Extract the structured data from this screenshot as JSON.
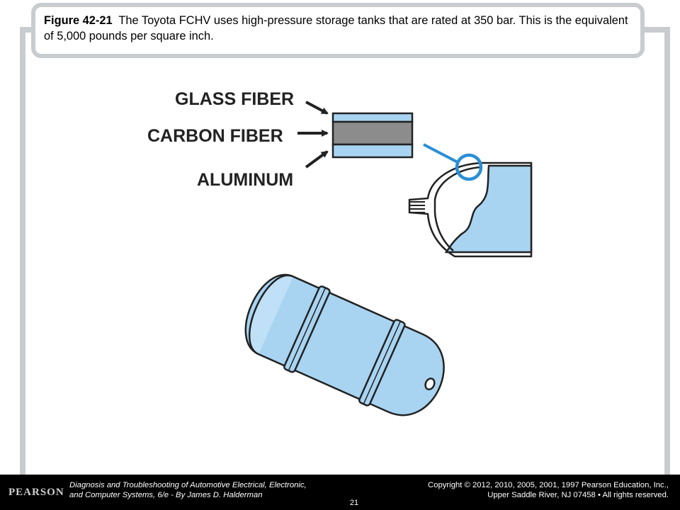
{
  "caption": {
    "figure_label": "Figure 42-21",
    "text": "The Toyota FCHV uses high-pressure storage tanks that are rated at 350 bar. This is the equivalent of 5,000 pounds per square inch."
  },
  "diagram": {
    "labels": {
      "glass_fiber": "GLASS FIBER",
      "carbon_fiber": "CARBON FIBER",
      "aluminum": "ALUMINUM"
    },
    "colors": {
      "tank_blue": "#a8d4f2",
      "highlight_blue": "#2a8fd6",
      "carbon_gray": "#8c8c8c"
    }
  },
  "footer": {
    "logo": "PEARSON",
    "book_line1": "Diagnosis and Troubleshooting of Automotive Electrical, Electronic,",
    "book_line2": "and Computer Systems, 6/e - By James D. Halderman",
    "page_number": "21",
    "copyright_line1": "Copyright © 2012, 2010, 2005, 2001, 1997 Pearson Education, Inc.,",
    "copyright_line2": "Upper Saddle River, NJ 07458 • All rights reserved."
  }
}
